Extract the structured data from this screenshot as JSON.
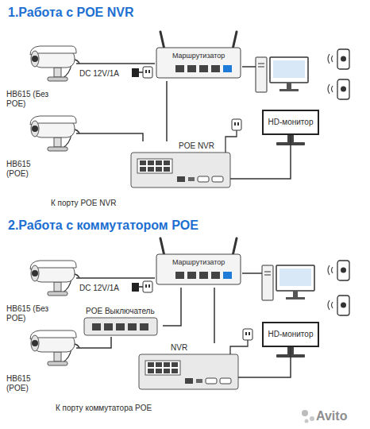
{
  "diagram": {
    "nodes": [
      {
        "text": [
          "HB615 (Без POE)"
        ]
      },
      {
        "text": [
          "HB615 (POE)"
        ]
      },
      {
        "text": [
          "Маршрутизатор"
        ]
      },
      {
        "text": [
          "POE NVR"
        ]
      },
      {
        "text": [
          "HD-монитор"
        ]
      },
      {
        "text": [
          "HB615 (Без POE)"
        ]
      },
      {
        "text": [
          "HB615 (POE)"
        ]
      },
      {
        "text": [
          "Маршрутизатор"
        ]
      },
      {
        "text": [
          "POE Выключатель"
        ]
      },
      {
        "text": [
          "NVR"
        ]
      },
      {
        "text": [
          "HD-монитор"
        ]
      }
    ],
    "edges": [
      {
        "from": 0,
        "to": 2,
        "arrow": "none"
      },
      {
        "from": 1,
        "to": 3,
        "arrow": "none"
      },
      {
        "from": 2,
        "to": 3,
        "arrow": "none"
      },
      {
        "from": 3,
        "to": 4,
        "arrow": "none"
      },
      {
        "from": 5,
        "to": 7,
        "arrow": "none"
      },
      {
        "from": 6,
        "to": 8,
        "arrow": "none"
      },
      {
        "from": 8,
        "to": 7,
        "arrow": "none"
      },
      {
        "from": 9,
        "to": 7,
        "arrow": "none"
      },
      {
        "from": 9,
        "to": 10,
        "arrow": "none"
      }
    ],
    "labels": [
      "1.Работа с POE NVR",
      "DC 12V/1A",
      "К порту POE NVR",
      "2.Работа с коммутатором POE",
      "DC 12V/1A",
      "К порту коммутатора POE",
      "Avito"
    ]
  }
}
